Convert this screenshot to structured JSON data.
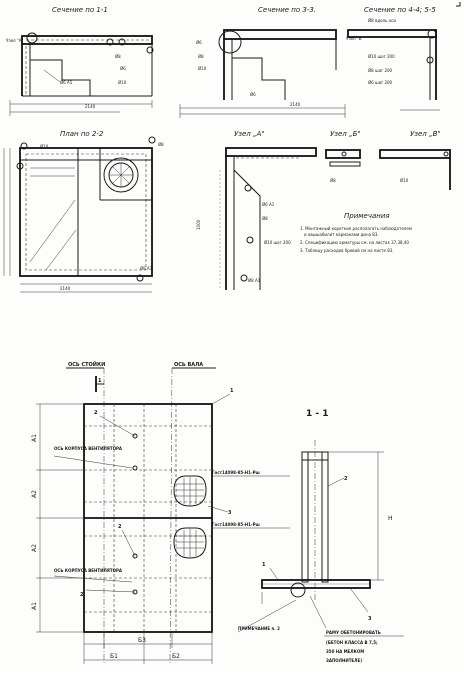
{
  "top_sheet": {
    "section_1_1": "Сечение по 1-1",
    "section_3_3": "Сечение по 3-3.",
    "section_4_4": "Сечение по 4-4; 5-5",
    "plan_2_2": "План по 2-2",
    "node_a": "Узел „А\"",
    "node_b": "Узел „Б\"",
    "node_v": "Узел „В\"",
    "notes_title": "Примечания",
    "notes": [
      "1. Монтажный короткие располагать наблюдателем",
      "и овышабилит карманами дина 83.",
      "2. Спецификацию арматуры см. на листах 37,38,40",
      "3. Таблицу расходов бревай см на листе 83."
    ]
  },
  "bottom_sheet": {
    "axis_column": "ОСЬ СТОЙКИ",
    "axis_shaft": "ОСЬ ВАЛА",
    "section_label": "1 - 1",
    "fan_axis_1": "ОСЬ КОРПУСА ВЕНТИЛЯТОРА",
    "fan_axis_2": "ОСЬ КОРПУСА ВЕНТИЛЯТОРА",
    "gost_1": "Гост14098-85-Н1-Рш",
    "gost_2": "Гост14098-85-Н1-Рш",
    "dims": [
      "А1",
      "А2",
      "А2",
      "А1",
      "Б3",
      "Б1",
      "Б2",
      "Н"
    ],
    "callouts": [
      "1",
      "2",
      "2",
      "3",
      "1",
      "2",
      "2",
      "1",
      "3"
    ],
    "note_ref": "ПРИМЕЧАНИЕ п. 2",
    "frame_note": [
      "РАМУ ОБЕТОНИРОВАТЬ",
      "(БЕТОН КЛАССА В 7,5;",
      "350 НА МЕЛКОМ",
      "ЗАПОЛНИТЕЛЕ)"
    ]
  }
}
